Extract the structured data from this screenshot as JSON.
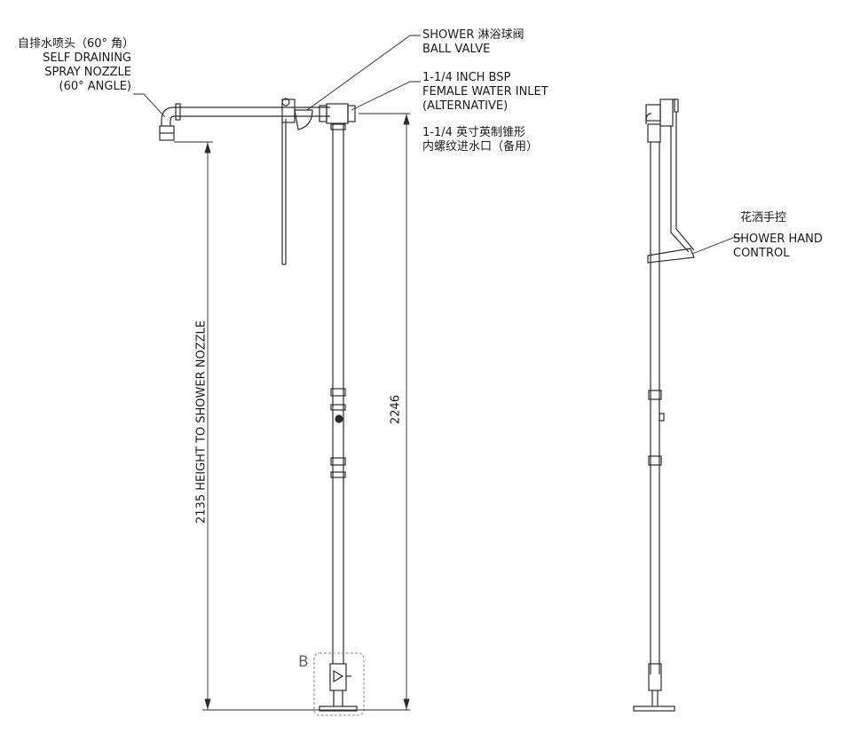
{
  "labels": {
    "nozzle": [
      "自排水喷头（60° 角）",
      "SELF DRAINING",
      "SPRAY NOZZLE",
      "(60° ANGLE)"
    ],
    "ball_valve": [
      "SHOWER 淋浴球阀",
      "BALL VALVE"
    ],
    "inlet": [
      "1-1/4 INCH BSP",
      "FEMALE WATER INLET",
      "(ALTERNATIVE)"
    ],
    "inlet_cn": [
      "1-1/4 英寸英制锥形",
      "内螺纹进水口（备用）"
    ],
    "hand_control": [
      "花洒手控",
      "SHOWER HAND",
      "CONTROL"
    ],
    "detail_b": "B"
  },
  "dimensions": {
    "nozzle_height": "2135 HEIGHT TO SHOWER NOZZLE",
    "overall_height": "2246"
  },
  "colors": {
    "line": "#2b2b2b",
    "detail": "#9a9a9a"
  }
}
